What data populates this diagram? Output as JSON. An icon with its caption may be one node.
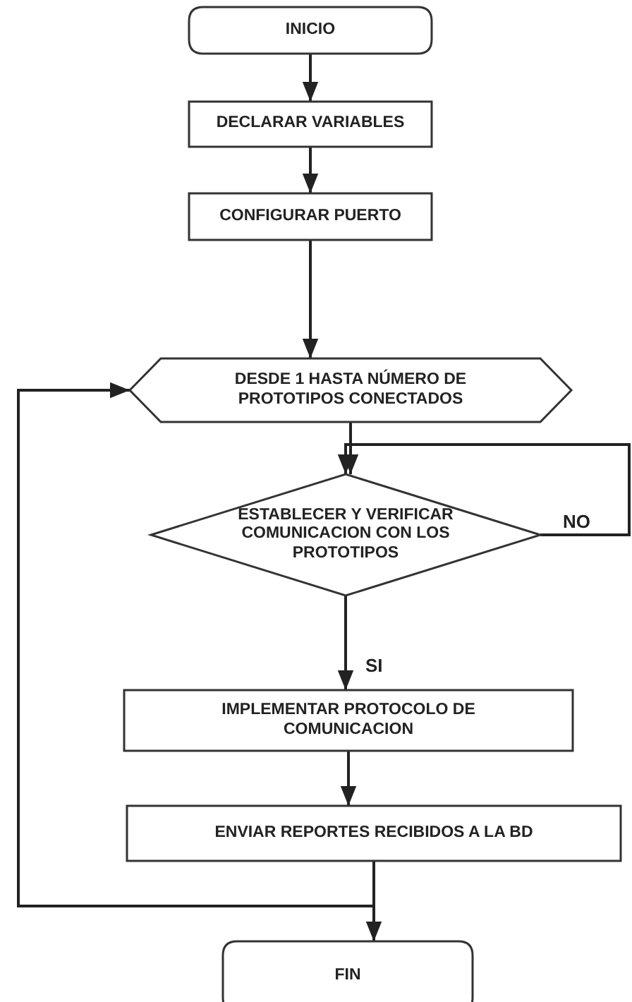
{
  "diagram": {
    "nodes": [
      {
        "text": [
          "INICIO"
        ]
      },
      {
        "text": [
          "DECLARAR VARIABLES"
        ]
      },
      {
        "text": [
          "CONFIGURAR PUERTO"
        ]
      },
      {
        "text": [
          "DESDE 1 HASTA NÚMERO DE PROTOTIPOS CONECTADOS"
        ]
      },
      {
        "text": [
          "ESTABLECER Y VERIFICAR COMUNICACION CON LOS PROTOTIPOS"
        ]
      },
      {
        "text": [
          "IMPLEMENTAR PROTOCOLO DE COMUNICACION"
        ]
      },
      {
        "text": [
          "ENVIAR REPORTES RECIBIDOS A LA BD"
        ]
      },
      {
        "text": [
          "FIN"
        ]
      }
    ],
    "edges": [
      {
        "from": 0,
        "to": 1,
        "arrow": "to"
      },
      {
        "from": 1,
        "to": 2,
        "arrow": "to"
      },
      {
        "from": 2,
        "to": 3,
        "arrow": "to"
      },
      {
        "from": 3,
        "to": 4,
        "arrow": "to"
      },
      {
        "from": 4,
        "to": 5,
        "arrow": "to",
        "label": "SI"
      },
      {
        "from": 5,
        "to": 6,
        "arrow": "to"
      },
      {
        "from": 6,
        "to": 7,
        "arrow": "to"
      },
      {
        "from": 4,
        "to": 4,
        "arrow": "to",
        "label": "NO"
      },
      {
        "from": 6,
        "to": 3,
        "arrow": "to"
      }
    ]
  }
}
